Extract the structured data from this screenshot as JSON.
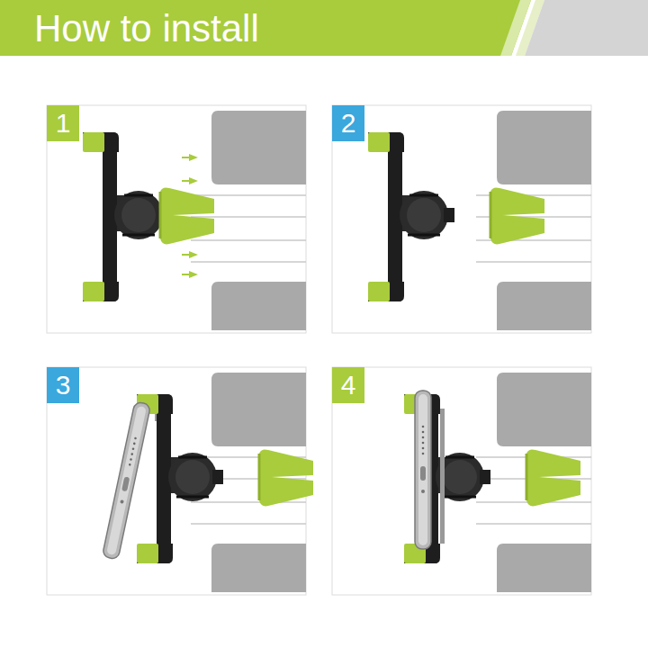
{
  "diagram": {
    "title": "How to install",
    "nodes": [
      {
        "text": [
          "1"
        ]
      },
      {
        "text": [
          "2"
        ]
      },
      {
        "text": [
          "3"
        ]
      },
      {
        "text": [
          "4"
        ]
      }
    ]
  }
}
